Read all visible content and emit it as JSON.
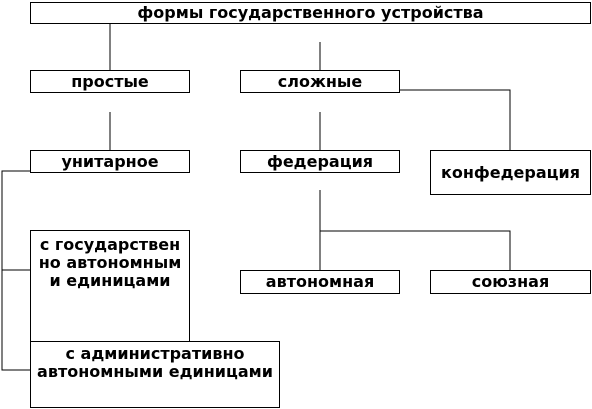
{
  "diagram": {
    "root": "формы государственного устройства",
    "simple": "простые",
    "complex": "сложные",
    "unitary": "унитарное",
    "federation": "федерация",
    "confederation": "конфедерация",
    "unitary_state_autonomy": "с государственно автономным и единицами",
    "unitary_admin_autonomy": "с административно автономными единицами",
    "autonomous": "автономная",
    "union": "союзная"
  }
}
